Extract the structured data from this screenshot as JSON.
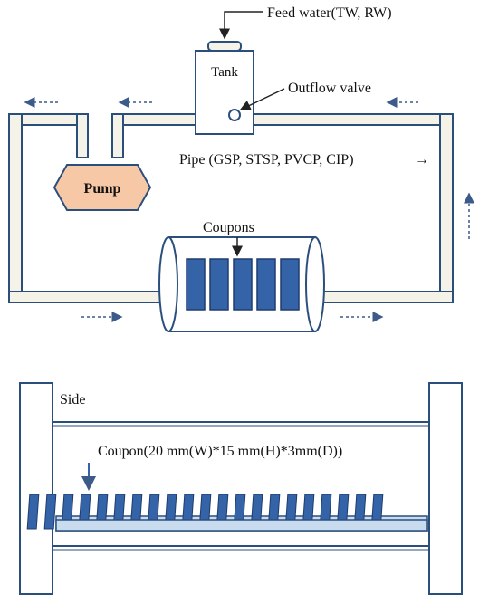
{
  "top": {
    "feed_water_label": "Feed water(TW, RW)",
    "tank_label": "Tank",
    "outflow_label": "Outflow valve",
    "pipe_label": "Pipe (GSP, STSP, PVCP, CIP)",
    "pump_label": "Pump",
    "coupons_label": "Coupons",
    "flow_arrow_glyph": "→"
  },
  "bottom": {
    "side_label": "Side",
    "coupon_spec_label": "Coupon(20 mm(W)*15 mm(H)*3mm(D))",
    "coupon_count": 21
  },
  "colors": {
    "pipe_fill": "#f5f2e8",
    "outline": "#2b4f7d",
    "pump_fill": "#f7c8a6",
    "coupon_fill": "#3563a8",
    "rail_fill": "#c9dcef",
    "dashed_arrow": "#3c5a8a"
  }
}
